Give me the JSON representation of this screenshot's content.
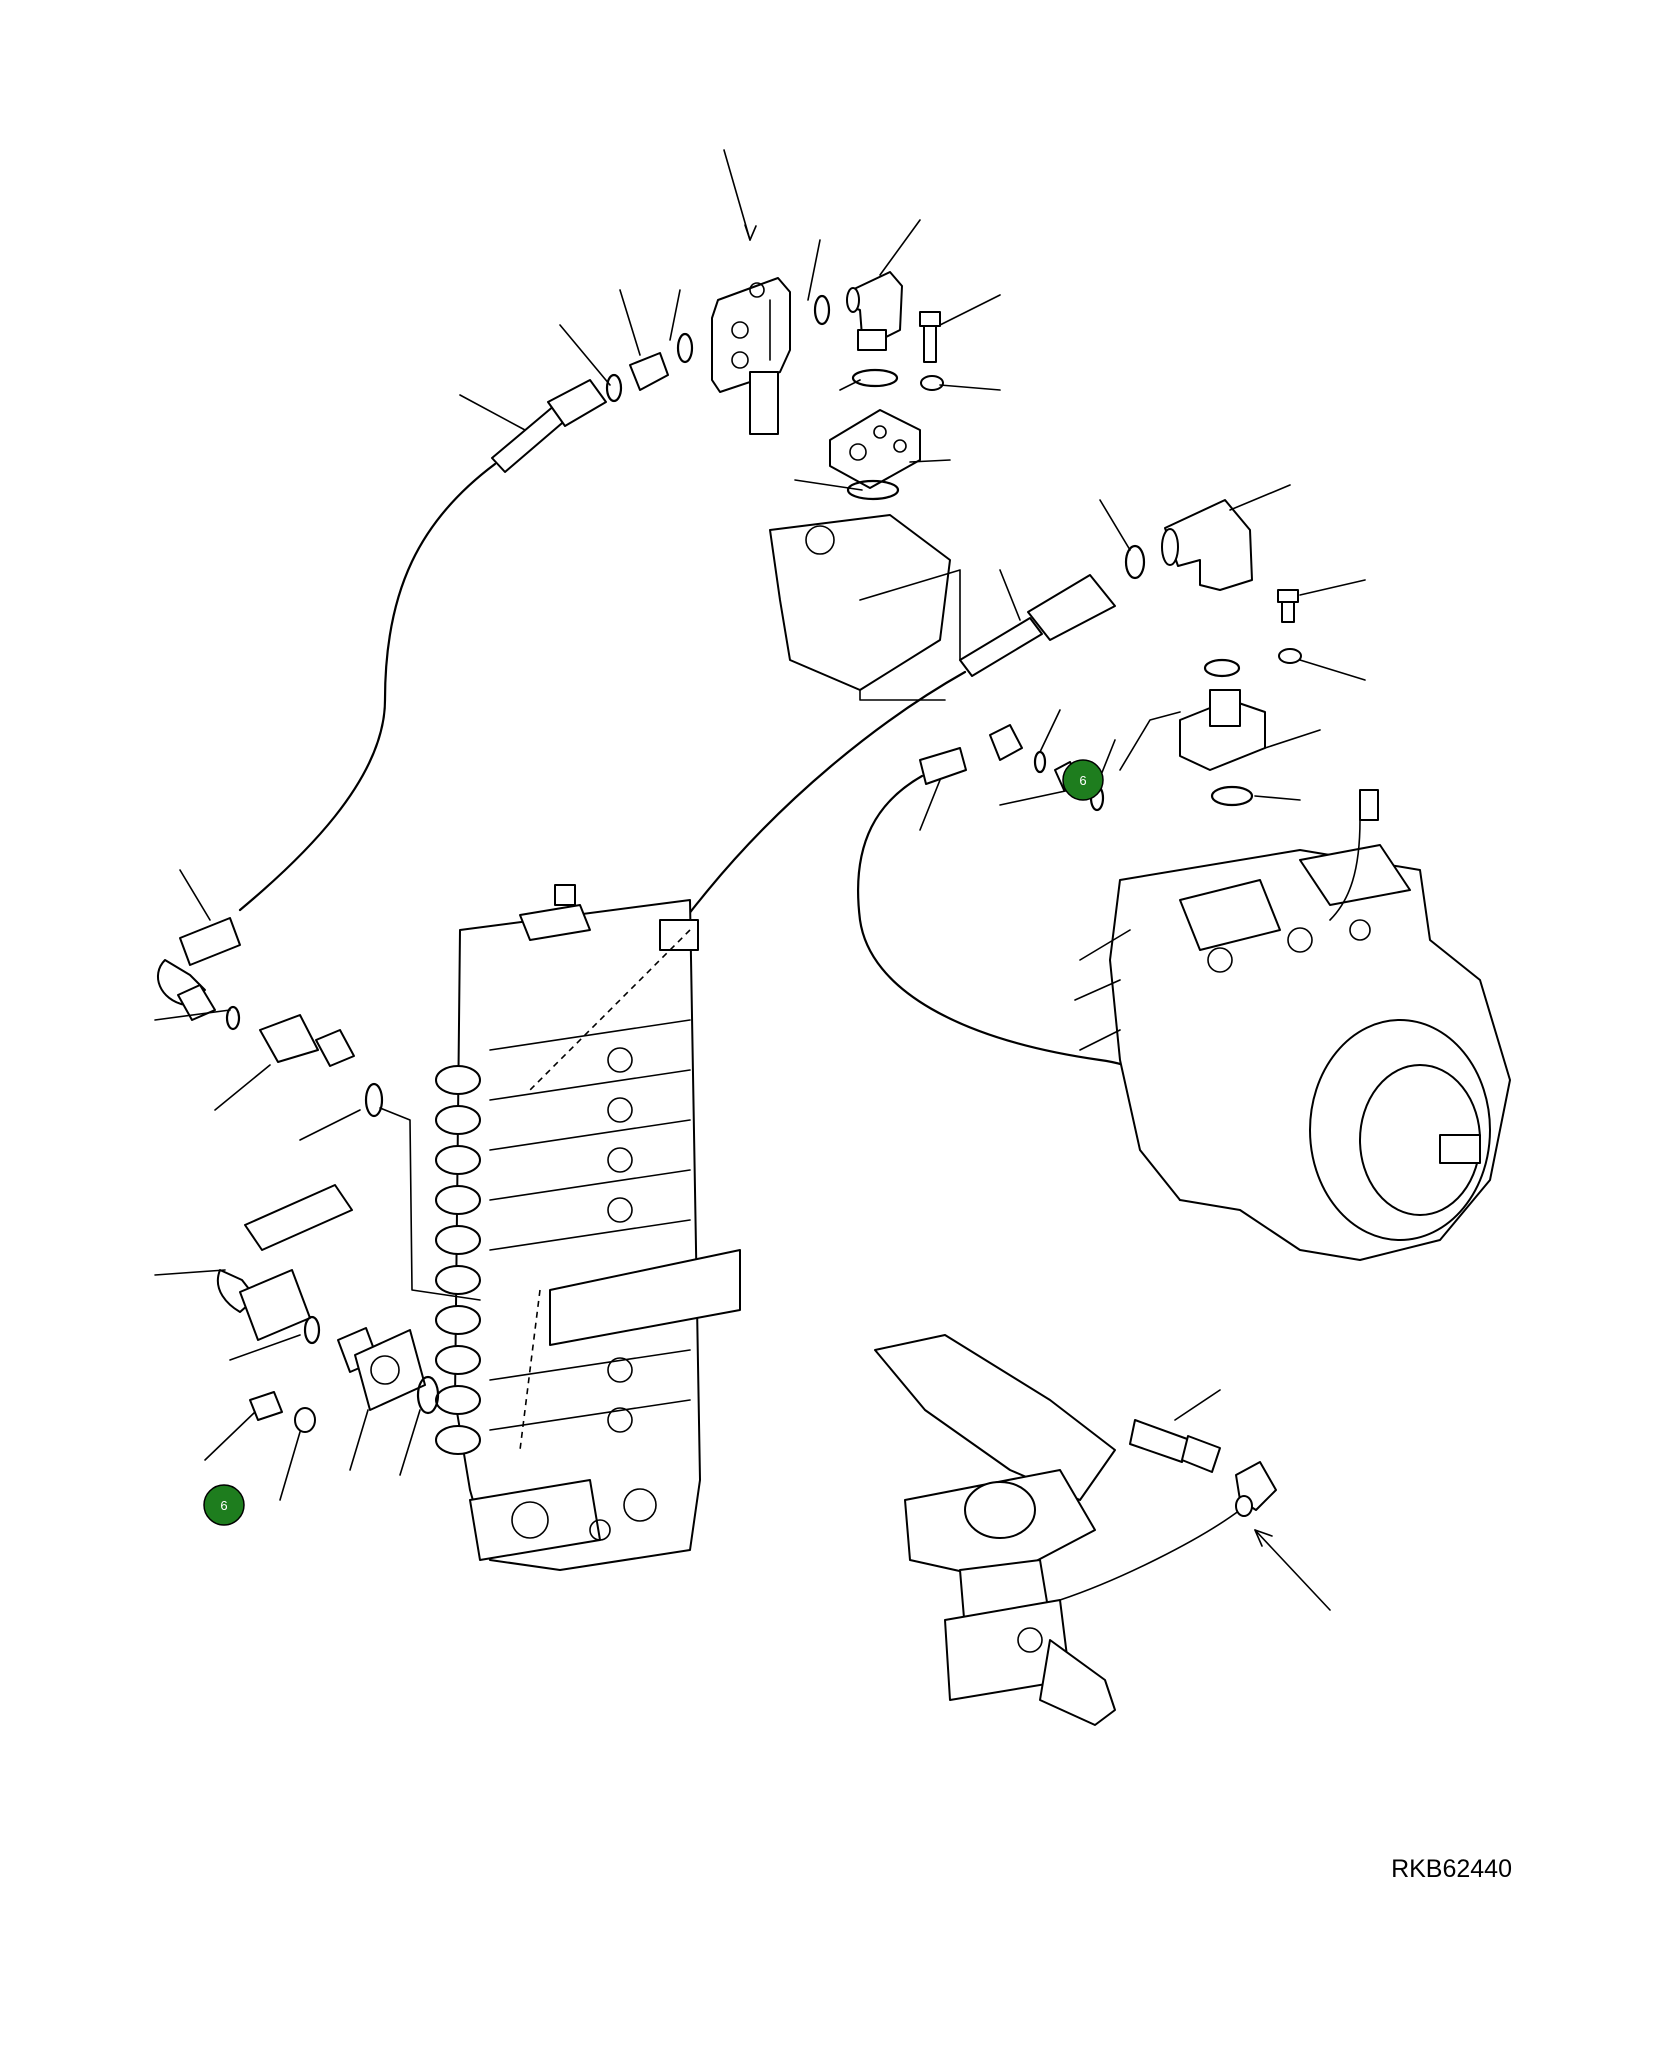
{
  "diagram": {
    "reference_code": "RKB62440",
    "callouts": [
      {
        "id": "callout-top",
        "label": "6",
        "color": "#1e7d1e"
      },
      {
        "id": "callout-bottom",
        "label": "6",
        "color": "#1e7d1e"
      }
    ],
    "icons": [
      "control-valve-block",
      "hydraulic-pump",
      "pilot-valve-pedal",
      "valve-tee-block",
      "elbow-fitting",
      "flange",
      "o-ring",
      "bolt",
      "washer",
      "hose",
      "arrow"
    ]
  }
}
